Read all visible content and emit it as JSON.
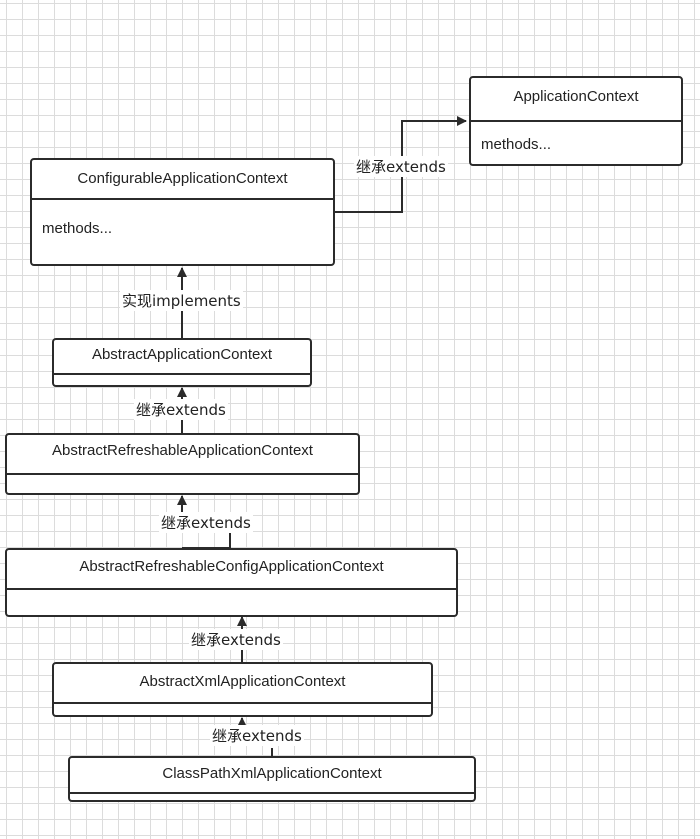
{
  "classes": {
    "application_context": {
      "name": "ApplicationContext",
      "body": "methods..."
    },
    "configurable_application_context": {
      "name": "ConfigurableApplicationContext",
      "body": "methods..."
    },
    "abstract_application_context": {
      "name": "AbstractApplicationContext"
    },
    "abstract_refreshable_application_context": {
      "name": "AbstractRefreshableApplicationContext"
    },
    "abstract_refreshable_config_application_context": {
      "name": "AbstractRefreshableConfigApplicationContext"
    },
    "abstract_xml_application_context": {
      "name": "AbstractXmlApplicationContext"
    },
    "classpath_xml_application_context": {
      "name": "ClassPathXmlApplicationContext"
    }
  },
  "relations": {
    "configurable_to_application": "继承extends",
    "abstract_to_configurable": "实现implements",
    "refreshable_to_abstract": "继承extends",
    "refreshable_config_to_refreshable": "继承extends",
    "xml_to_refreshable_config": "继承extends",
    "classpath_to_xml": "继承extends"
  },
  "colors": {
    "line": "#2b2b2b",
    "grid": "#dcdcdc",
    "box_fill": "#ffffff"
  }
}
